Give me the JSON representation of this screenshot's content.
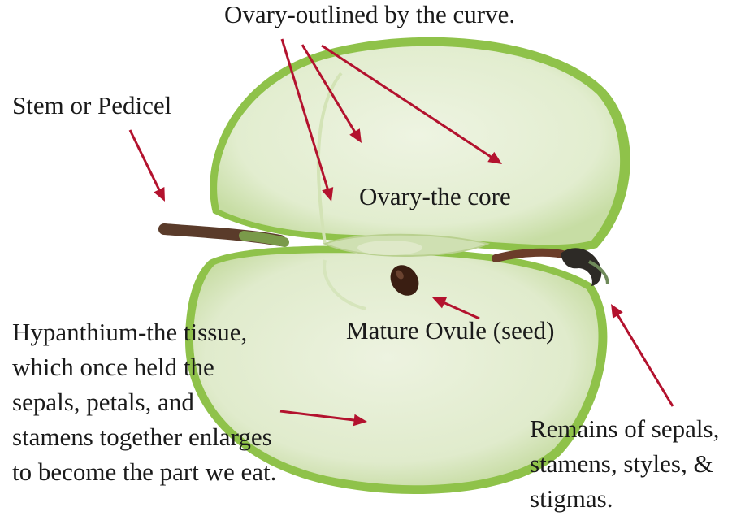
{
  "labels": {
    "ovary_curve": "Ovary-outlined by the curve.",
    "stem": "Stem or Pedicel",
    "ovary_core": "Ovary-the core",
    "ovule": "Mature Ovule (seed)",
    "hypanthium": [
      "Hypanthium-the tissue,",
      "which once held the",
      "sepals, petals, and",
      "stamens together enlarges",
      "to become the part we eat."
    ],
    "remains": [
      "Remains of sepals,",
      "stamens, styles, &",
      "stigmas."
    ]
  },
  "colors": {
    "arrow": "#b3122e",
    "apple_skin": "#8fc24a",
    "apple_flesh": "#e4eed3",
    "core": "#d9e8c0",
    "seed": "#3a1e12",
    "stem": "#5a3b2a",
    "text": "#1a1a1a"
  }
}
